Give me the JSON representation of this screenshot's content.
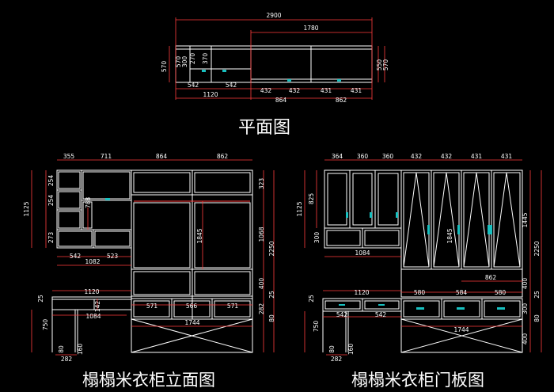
{
  "colors": {
    "background": "#000000",
    "cabinet_line": "#ffffff",
    "dimension_line": "#ff3b3b",
    "dimension_text": "#ffffff",
    "handle": "#18c0c0"
  },
  "titles": {
    "plan": "平面图",
    "elevation": "榻榻米衣柜立面图",
    "door_panel": "榻榻米衣柜门板图"
  },
  "plan": {
    "dims_top": [
      "2900",
      "1780"
    ],
    "dims_left": [
      "570",
      "570",
      "300",
      "270",
      "370"
    ],
    "dims_right": [
      "550",
      "570"
    ],
    "dims_bottom_row1": [
      "542",
      "542",
      "432",
      "432",
      "431",
      "431"
    ],
    "dims_bottom_row2": [
      "1120",
      "864",
      "862"
    ]
  },
  "elevation": {
    "dims_top": [
      "355",
      "711",
      "864",
      "862"
    ],
    "dims_left": [
      "1125",
      "254",
      "254",
      "273",
      "750"
    ],
    "inner_labels": [
      "788",
      "1845",
      "542",
      "523",
      "1082"
    ],
    "dims_right": [
      "323",
      "1068",
      "2250",
      "400",
      "25",
      "282",
      "80"
    ],
    "desk_dims": [
      "1120",
      "25",
      "1084",
      "142"
    ],
    "drawer_dims": [
      "571",
      "566",
      "571"
    ],
    "base_dims": [
      "1744"
    ],
    "leg_dims": [
      "80",
      "160",
      "282"
    ]
  },
  "door_panel": {
    "dims_top": [
      "364",
      "360",
      "360",
      "432",
      "432",
      "431",
      "431"
    ],
    "dims_left": [
      "1125",
      "825",
      "300",
      "750"
    ],
    "inner_labels": [
      "1084",
      "1845",
      "862"
    ],
    "dims_right": [
      "1445",
      "2250",
      "400",
      "25",
      "300",
      "80"
    ],
    "desk_dims": [
      "1120",
      "25",
      "542",
      "542"
    ],
    "drawer_dims": [
      "580",
      "584",
      "580"
    ],
    "base_dims": [
      "1744",
      "400"
    ],
    "leg_dims": [
      "80",
      "160",
      "282"
    ]
  }
}
